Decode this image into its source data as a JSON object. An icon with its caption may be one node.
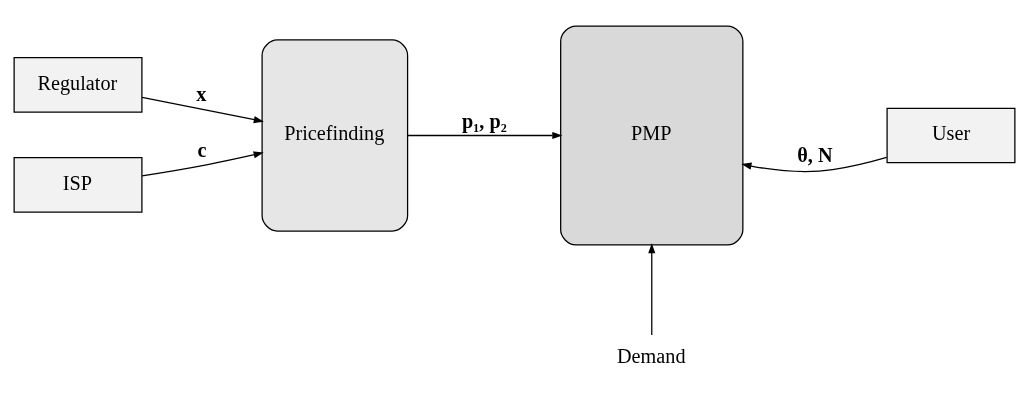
{
  "diagram": {
    "nodes": [
      {
        "text": [
          "Regulator"
        ]
      },
      {
        "text": [
          "ISP"
        ]
      },
      {
        "text": [
          "Pricefinding"
        ]
      },
      {
        "text": [
          "PMP"
        ]
      },
      {
        "text": [
          "User"
        ]
      },
      {
        "text": [
          "Demand"
        ]
      }
    ],
    "edges": [
      {
        "from": 0,
        "to": 2,
        "arrow": "to",
        "label": "x"
      },
      {
        "from": 1,
        "to": 2,
        "arrow": "to",
        "label": "c"
      },
      {
        "from": 2,
        "to": 3,
        "arrow": "to",
        "label": "p₁, p₂"
      },
      {
        "from": 4,
        "to": 3,
        "arrow": "to",
        "label": "θ, N"
      },
      {
        "from": 5,
        "to": 3,
        "arrow": "to"
      }
    ]
  }
}
